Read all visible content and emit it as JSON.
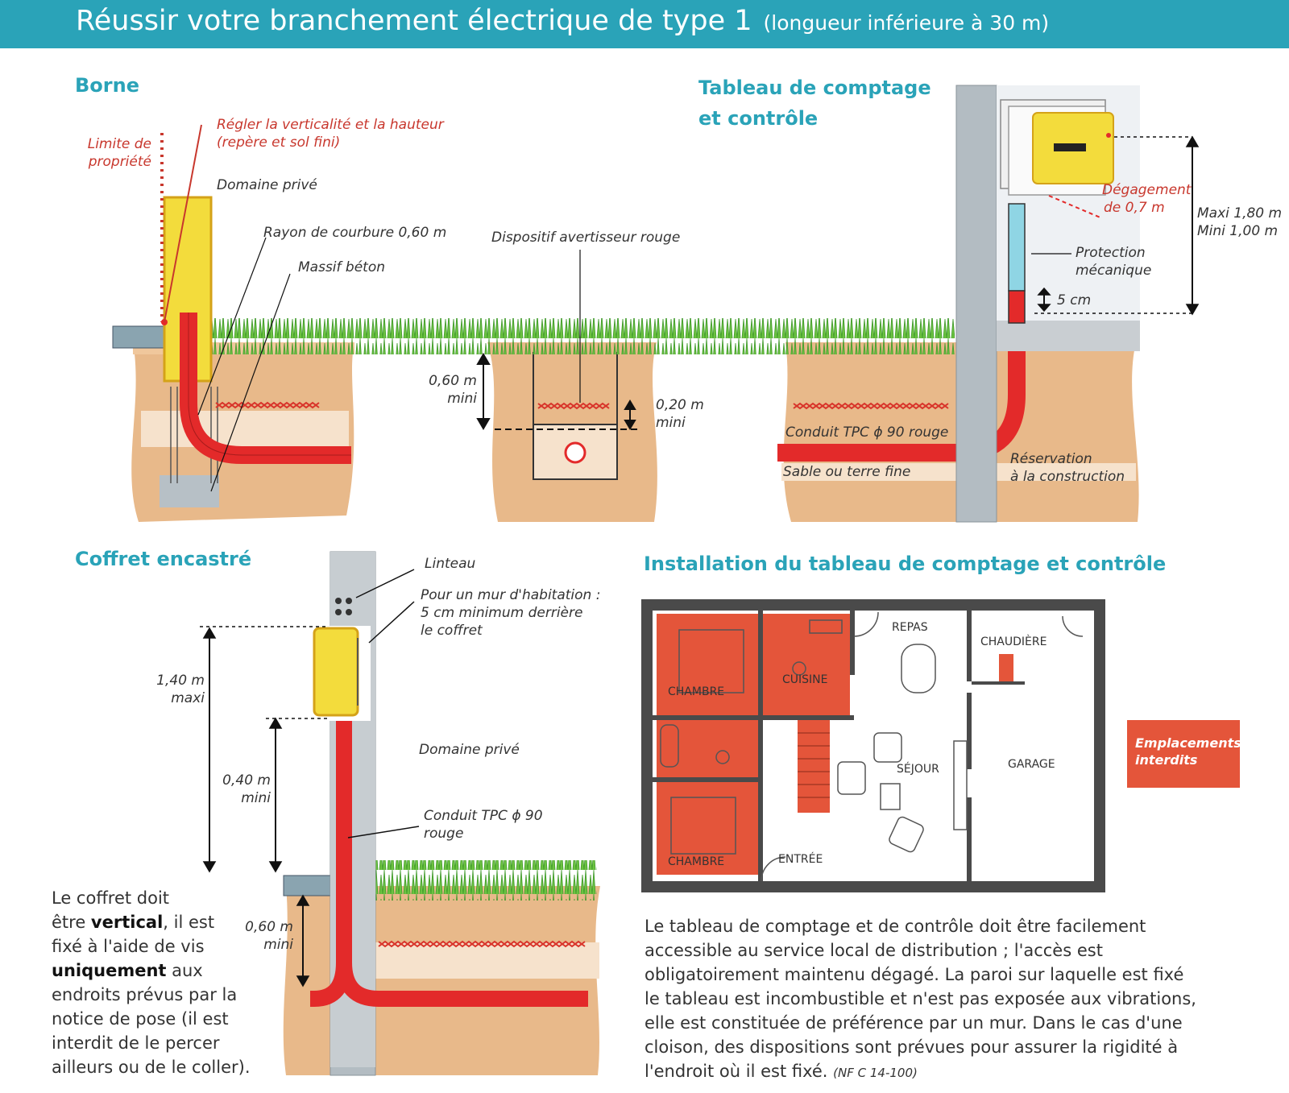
{
  "header": {
    "title": "Réussir votre branchement électrique de type 1",
    "subtitle": "(longueur inférieure à 30 m)"
  },
  "sections": {
    "borne": "Borne",
    "tableau_line1": "Tableau de comptage",
    "tableau_line2": "et contrôle",
    "coffret": "Coffret encastré",
    "installation": "Installation du tableau de comptage et contrôle"
  },
  "borne_labels": {
    "limite_line1": "Limite de",
    "limite_line2": "propriété",
    "regler_line1": "Régler la verticalité et la hauteur",
    "regler_line2": "(repère et sol fini)",
    "domaine": "Domaine privé",
    "rayon": "Rayon de courbure 0,60 m",
    "massif": "Massif béton",
    "dispositif": "Dispositif avertisseur rouge",
    "depth_line1": "0,60 m",
    "depth_line2": "mini",
    "sand_line1": "0,20 m",
    "sand_line2": "mini",
    "conduit": "Conduit TPC ϕ 90 rouge",
    "sable": "Sable ou terre fine",
    "reservation_line1": "Réservation",
    "reservation_line2": "à la construction"
  },
  "tableau_labels": {
    "degagement_line1": "Dégagement",
    "degagement_line2": "de 0,7 m",
    "maxi": "Maxi 1,80 m",
    "mini": "Mini 1,00 m",
    "protection_line1": "Protection",
    "protection_line2": "mécanique",
    "cinq_cm": "5 cm"
  },
  "coffret_labels": {
    "linteau": "Linteau",
    "mur_line1": "Pour un mur d'habitation :",
    "mur_line2": "5 cm minimum derrière",
    "mur_line3": "le coffret",
    "h140_line1": "1,40 m",
    "h140_line2": "maxi",
    "h040_line1": "0,40 m",
    "h040_line2": "mini",
    "domaine": "Domaine privé",
    "conduit_line1": "Conduit TPC ϕ 90",
    "conduit_line2": "rouge",
    "h060_line1": "0,60 m",
    "h060_line2": "mini"
  },
  "coffret_text": {
    "p1": "Le coffret doit",
    "p2": "être ",
    "p2_bold": "vertical",
    "p2_rest": ", il est",
    "p3": "fixé à l'aide de vis",
    "p4_bold": "uniquement",
    "p4_rest": " aux",
    "p5": "endroits prévus par la",
    "p6": "notice  de pose (il est",
    "p7": "interdit de le percer",
    "p8": "ailleurs ou de le coller)."
  },
  "floorplan": {
    "rooms": {
      "chambre_top": "CHAMBRE",
      "cuisine": "CUISINE",
      "repas": "REPAS",
      "chaudiere": "CHAUDIÈRE",
      "sejour": "SÉJOUR",
      "garage": "GARAGE",
      "chambre_bottom": "CHAMBRE",
      "entree": "ENTRÉE"
    },
    "legend_line1": "Emplacements",
    "legend_line2": "interdits",
    "forbidden_color": "#e4553a"
  },
  "installation_text": {
    "l1": "Le tableau de comptage et de contrôle doit être facilement",
    "l2": "accessible au service local de distribution ; l'accès est",
    "l3": "obligatoirement maintenu dégagé. La paroi sur laquelle est fixé",
    "l4": "le tableau est incombustible et n'est pas exposée aux vibrations,",
    "l5": "elle est constituée de préférence par un mur. Dans le cas d'une",
    "l6": "cloison, des dispositions sont prévues pour assurer la rigidité à",
    "l7": "l'endroit où il est fixé.",
    "ref": "(NF C 14-100)"
  },
  "colors": {
    "accent": "#2aa3b8",
    "conduit_red": "#e32a2a",
    "soil": "#e8b98a",
    "grass": "#5fb83a",
    "meter_yellow": "#f3dc3c"
  }
}
